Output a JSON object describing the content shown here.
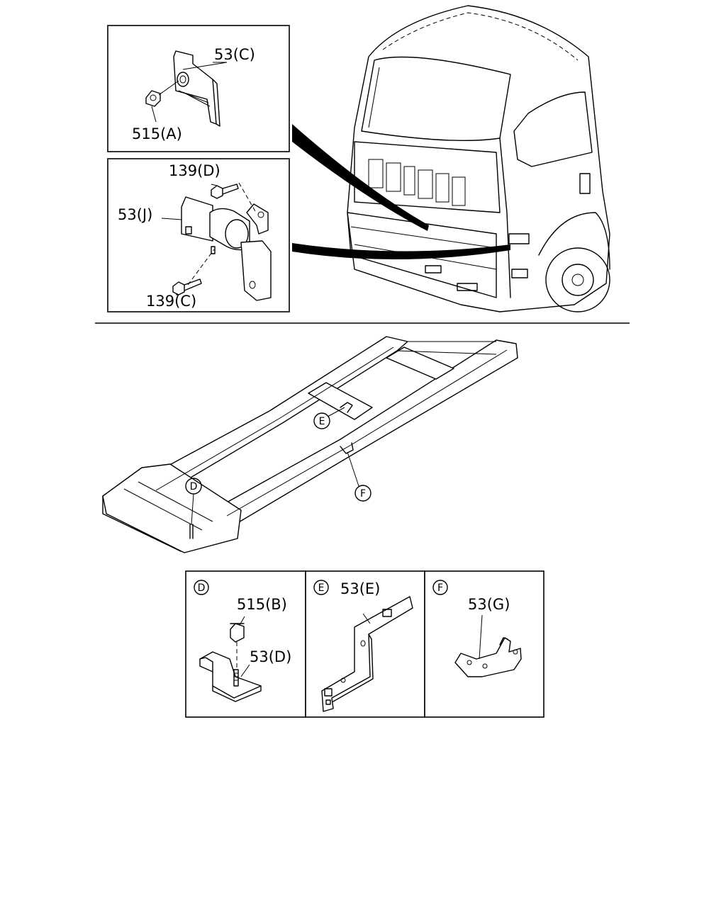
{
  "callouts": {
    "p53C": "53(C)",
    "p515A": "515(A)",
    "p139D": "139(D)",
    "p53J": "53(J)",
    "p139C": "139(C)",
    "p515B": "515(B)",
    "p53D": "53(D)",
    "p53E": "53(E)",
    "p53G": "53(G)"
  },
  "markers": {
    "D": "D",
    "E": "E",
    "F": "F"
  }
}
